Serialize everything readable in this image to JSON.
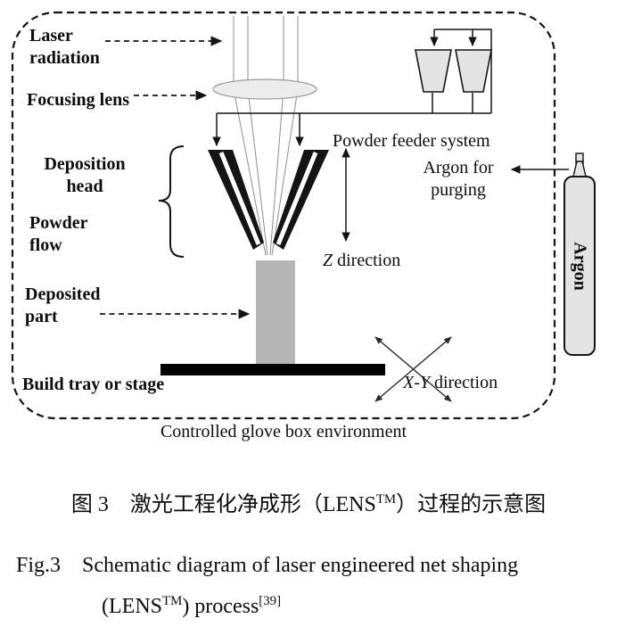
{
  "figure": {
    "diagram": {
      "labels": {
        "laser_radiation": "Laser radiation",
        "focusing_lens": "Focusing lens",
        "deposition_head": "Deposition head",
        "powder_flow": "Powder flow",
        "deposited_part": "Deposited part",
        "build_tray": "Build tray or stage",
        "powder_feeder_system": "Powder feeder system",
        "argon_purging": "Argon for purging",
        "z_letter": "Z",
        "z_rest": " direction",
        "xy_letters": "X-Y",
        "xy_rest": " direction",
        "argon_cylinder": "Argon",
        "glove_box": "Controlled glove box environment"
      },
      "colors": {
        "outline": "#141414",
        "beam": "#8d8d8d",
        "lens_fill": "#ececec",
        "hopper_fill": "#e4e4e4",
        "part_fill": "#b5b5b5",
        "tray_fill": "#000000",
        "cylinder_fill": "#e4e4e4"
      }
    },
    "captions": {
      "zh_prefix": "图 3　激光工程化净成形（LENS",
      "zh_sup": "TM",
      "zh_suffix": "）过程的示意图",
      "en_fig": "Fig.3",
      "en_text": "Schematic diagram of laser engineered net shaping",
      "en2_prefix": "(LENS",
      "en2_sup1": "TM",
      "en2_mid": ") process",
      "en2_sup2": "[39]"
    }
  }
}
